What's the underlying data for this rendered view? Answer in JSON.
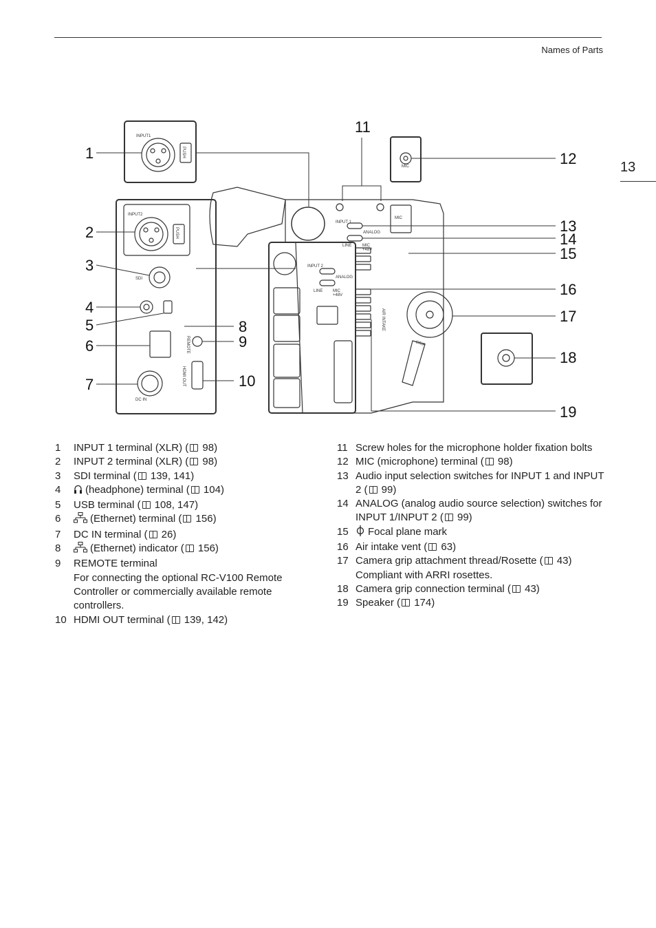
{
  "header": {
    "section": "Names of Parts",
    "page_number": "13"
  },
  "figure": {
    "callouts": [
      "1",
      "2",
      "3",
      "4",
      "5",
      "6",
      "7",
      "8",
      "9",
      "10",
      "11",
      "12",
      "13",
      "14",
      "15",
      "16",
      "17",
      "18",
      "19"
    ],
    "labels": {
      "input1": "INPUT1",
      "input2": "INPUT2",
      "push": "PUSH",
      "sdi": "SDI",
      "dc_in": "DC IN",
      "remote": "REMOTE",
      "hdmi_out": "HDMI OUT",
      "mic": "MIC",
      "input1_small": "INPUT 1",
      "input2_small": "INPUT 2",
      "analog": "ANALOG",
      "line": "LINE",
      "mic_small": "MIC",
      "mic_48v": "+48V",
      "air_intake": "AIR INTAKE",
      "grip": "GRIP"
    }
  },
  "ref_icon": "book-icon",
  "items_left": [
    {
      "num": "1",
      "text": "INPUT 1 terminal (XLR) (",
      "ref": "98)"
    },
    {
      "num": "2",
      "text": "INPUT 2 terminal (XLR) (",
      "ref": "98)"
    },
    {
      "num": "3",
      "text": "SDI terminal (",
      "ref": "139, 141)"
    },
    {
      "num": "4",
      "icon": "headphone-icon",
      "text": "(headphone) terminal (",
      "ref": "104)"
    },
    {
      "num": "5",
      "text": "USB terminal (",
      "ref": "108, 147)"
    },
    {
      "num": "6",
      "icon": "ethernet-icon",
      "text": "(Ethernet) terminal (",
      "ref": "156)"
    },
    {
      "num": "7",
      "text": "DC IN terminal (",
      "ref": "26)"
    },
    {
      "num": "8",
      "icon": "ethernet-icon",
      "text": "(Ethernet) indicator (",
      "ref": "156)"
    },
    {
      "num": "9",
      "text": "REMOTE terminal",
      "note": "For connecting the optional RC-V100 Remote Controller or commercially available remote controllers."
    },
    {
      "num": "10",
      "text": "HDMI OUT terminal (",
      "ref": "139, 142)"
    }
  ],
  "items_right": [
    {
      "num": "11",
      "text": "Screw holes for the microphone holder fixation bolts"
    },
    {
      "num": "12",
      "text": "MIC (microphone) terminal (",
      "ref": "98)"
    },
    {
      "num": "13",
      "text": "Audio input selection switches for INPUT 1 and INPUT 2 (",
      "ref": "99)"
    },
    {
      "num": "14",
      "text": "ANALOG (analog audio source selection) switches for INPUT 1/INPUT 2 (",
      "ref": "99)"
    },
    {
      "num": "15",
      "icon": "focal-plane-icon",
      "text": "Focal plane mark"
    },
    {
      "num": "16",
      "text": "Air intake vent (",
      "ref": "63)"
    },
    {
      "num": "17",
      "text": "Camera grip attachment thread/Rosette (",
      "ref": "43)",
      "note": "Compliant with ARRI rosettes."
    },
    {
      "num": "18",
      "text": "Camera grip connection terminal (",
      "ref": "43)"
    },
    {
      "num": "19",
      "text": "Speaker (",
      "ref": "174)"
    }
  ]
}
